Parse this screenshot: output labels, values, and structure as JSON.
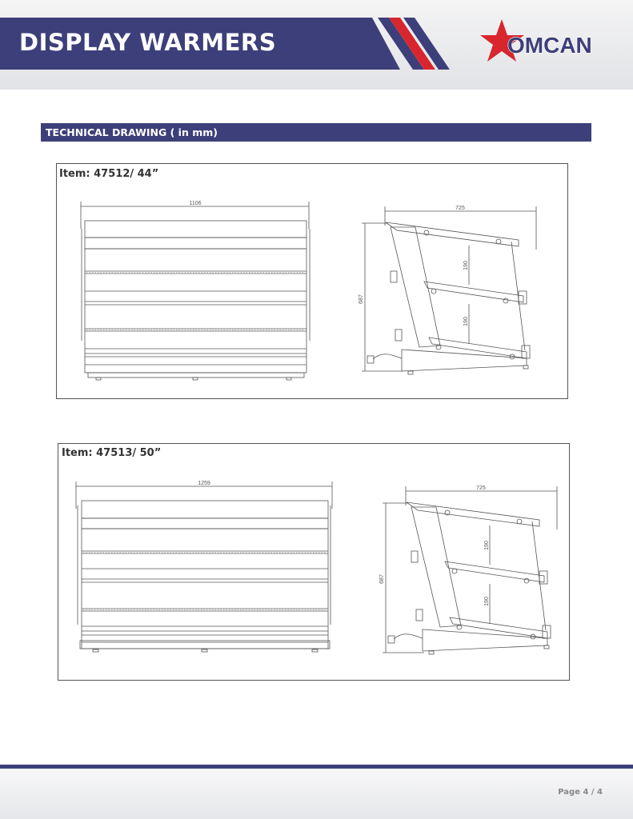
{
  "header": {
    "title": "DISPLAY WARMERS",
    "brand": "OMCAN",
    "band_color": "#3d3f7a",
    "accent_red": "#d8262e"
  },
  "section": {
    "title": "TECHNICAL DRAWING ( in mm)"
  },
  "items": [
    {
      "label": "Item: 47512/ 44”",
      "front_width": "1106",
      "side_depth": "725",
      "side_height": "687",
      "shelf_gap_1": "190",
      "shelf_gap_2": "190"
    },
    {
      "label": "Item: 47513/ 50”",
      "front_width": "1259",
      "side_depth": "725",
      "side_height": "687",
      "shelf_gap_1": "190",
      "shelf_gap_2": "190"
    }
  ],
  "footer": {
    "page": "Page 4 / 4"
  }
}
